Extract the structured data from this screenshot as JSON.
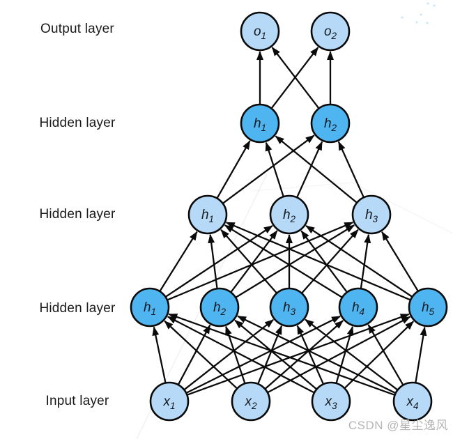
{
  "diagram_title": "",
  "layers": [
    {
      "name": "Output layer",
      "shade": "light",
      "nodes": [
        {
          "base": "o",
          "sub": "1"
        },
        {
          "base": "o",
          "sub": "2"
        }
      ]
    },
    {
      "name": "Hidden layer",
      "shade": "dark",
      "nodes": [
        {
          "base": "h",
          "sub": "1"
        },
        {
          "base": "h",
          "sub": "2"
        }
      ]
    },
    {
      "name": "Hidden layer",
      "shade": "light",
      "nodes": [
        {
          "base": "h",
          "sub": "1"
        },
        {
          "base": "h",
          "sub": "2"
        },
        {
          "base": "h",
          "sub": "3"
        }
      ]
    },
    {
      "name": "Hidden layer",
      "shade": "dark",
      "nodes": [
        {
          "base": "h",
          "sub": "1"
        },
        {
          "base": "h",
          "sub": "2"
        },
        {
          "base": "h",
          "sub": "3"
        },
        {
          "base": "h",
          "sub": "4"
        },
        {
          "base": "h",
          "sub": "5"
        }
      ]
    },
    {
      "name": "Input layer",
      "shade": "light",
      "nodes": [
        {
          "base": "x",
          "sub": "1"
        },
        {
          "base": "x",
          "sub": "2"
        },
        {
          "base": "x",
          "sub": "3"
        },
        {
          "base": "x",
          "sub": "4"
        }
      ]
    }
  ],
  "connections": {
    "pattern": "fully-connected-between-adjacent-layers",
    "direction": "arrows-point-from-input-toward-output"
  },
  "colors": {
    "node_light": "#b5d9f7",
    "node_dark": "#4fb5f0",
    "node_stroke": "#0a0a0a",
    "edge": "#0a0a0a",
    "node_text": "#15181c",
    "label_text": "#1a1a1a",
    "watermark_text": "#b5b5b5"
  },
  "watermark": {
    "text": "CSDN @星尘逸风"
  }
}
